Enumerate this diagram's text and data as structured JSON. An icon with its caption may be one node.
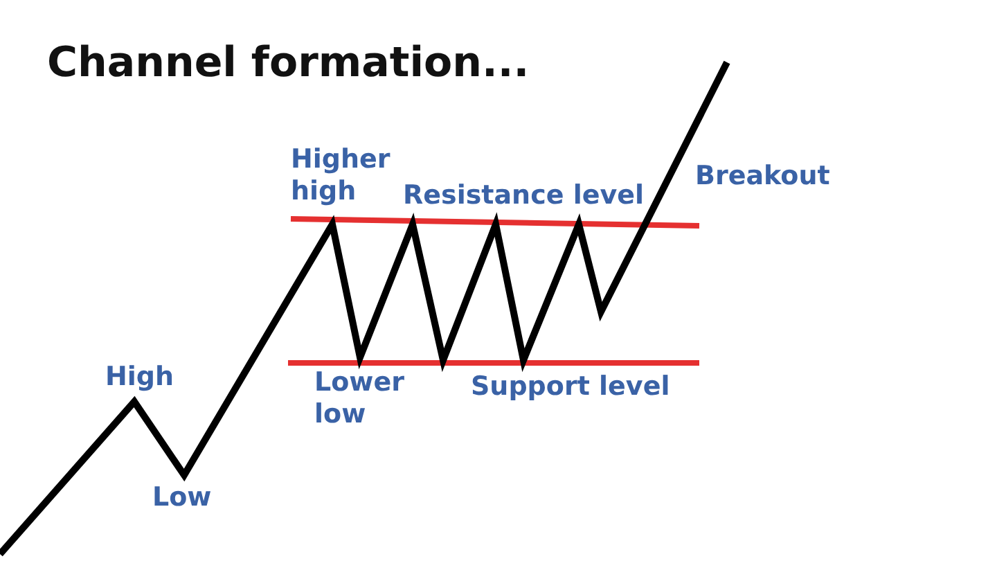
{
  "diagram": {
    "title": "Channel formation...",
    "labels": [
      "Higher high",
      "Resistance level",
      "Breakout",
      "High",
      "Low",
      "Lower low",
      "Support level"
    ]
  }
}
